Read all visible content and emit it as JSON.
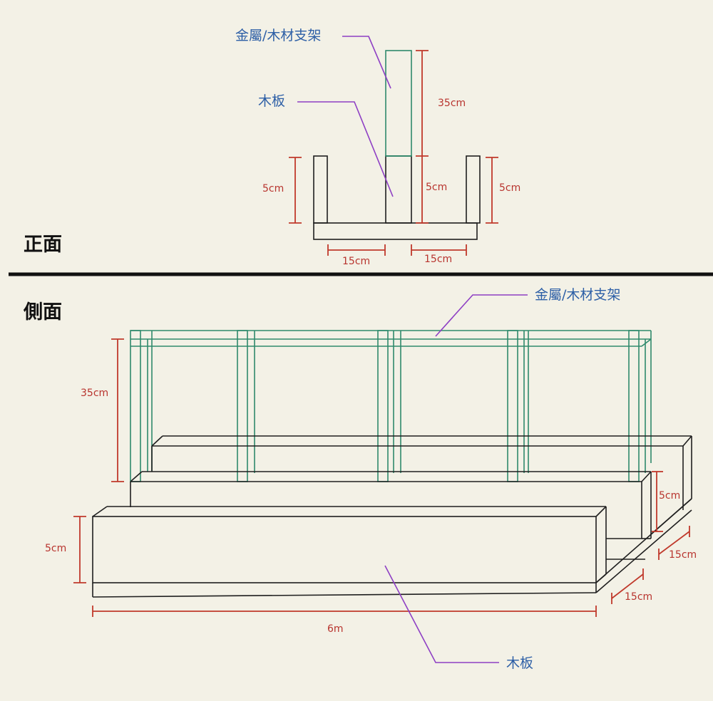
{
  "labels": {
    "support": "金屬/木材支架",
    "board": "木板",
    "front_title": "正面",
    "side_title": "側面"
  },
  "dims": {
    "h35": "35cm",
    "h5": "5cm",
    "w15": "15cm",
    "len6m": "6m"
  },
  "colors": {
    "background": "#f3f1e6",
    "label_blue": "#2d5fa6",
    "dimension_red": "#c0392b",
    "leader_purple": "#8e3fc4",
    "support_green": "#2f8a6c",
    "outline_black": "#1f1f1f"
  }
}
